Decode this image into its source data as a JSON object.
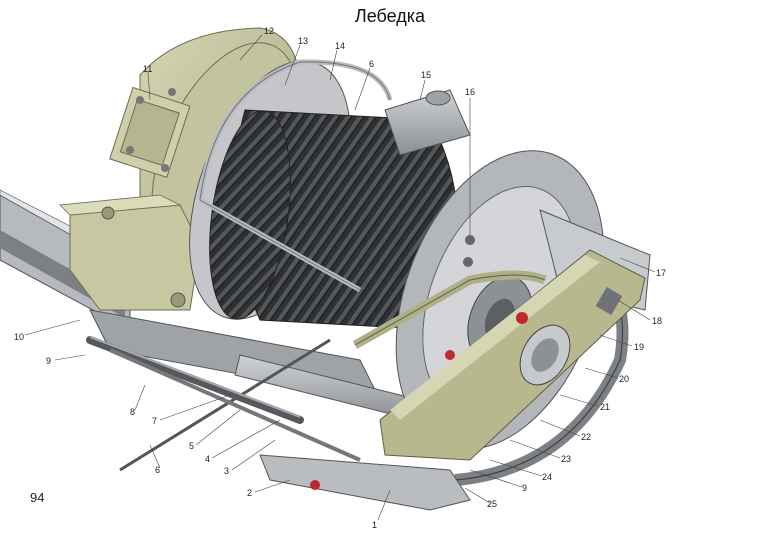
{
  "title": "Лебедка",
  "page_number": "94",
  "callouts": [
    "1",
    "2",
    "3",
    "4",
    "5",
    "6",
    "7",
    "8",
    "9",
    "10",
    "11",
    "12",
    "13",
    "14",
    "6",
    "15",
    "16",
    "17",
    "18",
    "19",
    "20",
    "21",
    "22",
    "23",
    "24",
    "9",
    "25"
  ],
  "colors": {
    "housing": "#c9c9a4",
    "housing_dark": "#9e9e7c",
    "steel": "#b9bcc0",
    "steel_dark": "#6f7378",
    "cable": "#3a3c3e",
    "brace": "#b8b88f",
    "red_accent": "#c0282c"
  }
}
